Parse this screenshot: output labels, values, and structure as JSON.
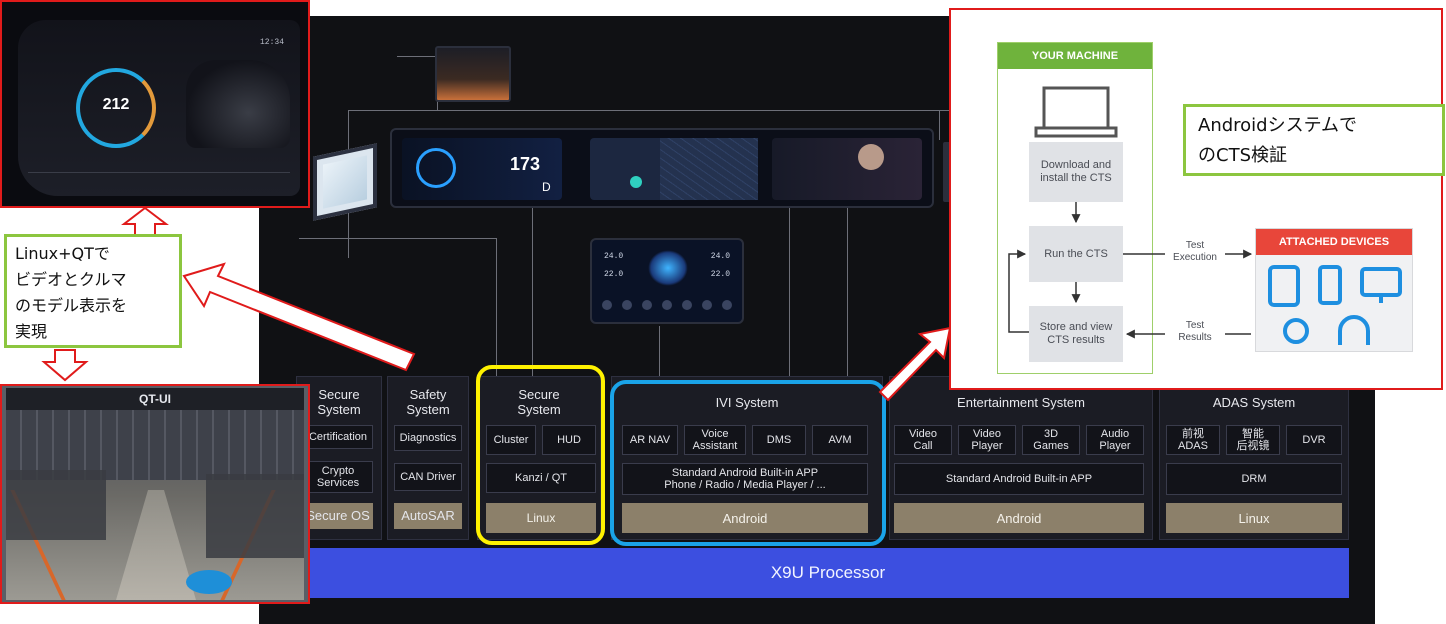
{
  "processor": {
    "label": "X9U Processor"
  },
  "systems": [
    {
      "title": "Secure\nSystem",
      "cells": [
        "Certification",
        "Crypto\nServices",
        "Secure OS"
      ]
    },
    {
      "title": "Safety\nSystem",
      "cells": [
        "Diagnostics",
        "CAN Driver",
        "AutoSAR"
      ]
    },
    {
      "title": "Secure\nSystem",
      "cells": [
        "Cluster",
        "HUD",
        "Kanzi / QT"
      ],
      "base": "Linux"
    },
    {
      "title": "IVI System",
      "cells": [
        "AR NAV",
        "Voice\nAssistant",
        "DMS",
        "AVM"
      ],
      "wide": "Standard Android Built-in APP\nPhone / Radio / Media Player / ...",
      "base": "Android"
    },
    {
      "title": "Entertainment System",
      "cells": [
        "Video\nCall",
        "Video\nPlayer",
        "3D\nGames",
        "Audio\nPlayer"
      ],
      "wide": "Standard Android Built-in APP",
      "base": "Android"
    },
    {
      "title": "ADAS System",
      "cells": [
        "前视\nADAS",
        "智能\n后视镜",
        "DVR"
      ],
      "wide": "DRM",
      "base": "Linux"
    }
  ],
  "notes": {
    "qt": "Linux+QTで\nビデオとクルマ\nのモデル表示を\n実現",
    "cts": "Androidシステムで\nのCTS検証"
  },
  "qt_screen": {
    "title": "QT-UI"
  },
  "cluster_screen": {
    "time": "12:34",
    "speed": "212"
  },
  "center_screen": {
    "speed": "173",
    "gear": "D"
  },
  "climate_screen": {
    "left_top": "24.0",
    "left_bottom": "22.0",
    "right_top": "24.0",
    "right_bottom": "22.0"
  },
  "cts": {
    "machine_header": "YOUR MACHINE",
    "download": "Download and\ninstall the CTS",
    "run": "Run the CTS",
    "store": "Store and view\nCTS results",
    "test_execution": "Test\nExecution",
    "test_results": "Test\nResults",
    "devices_header": "ATTACHED DEVICES"
  },
  "colors": {
    "accent_yellow": "#fff200",
    "accent_blue": "#1aa3e8",
    "frame_red": "#e01b1b",
    "note_green": "#8cc63f",
    "processor_blue": "#3c4fe0",
    "base_tan": "#8c806a"
  }
}
